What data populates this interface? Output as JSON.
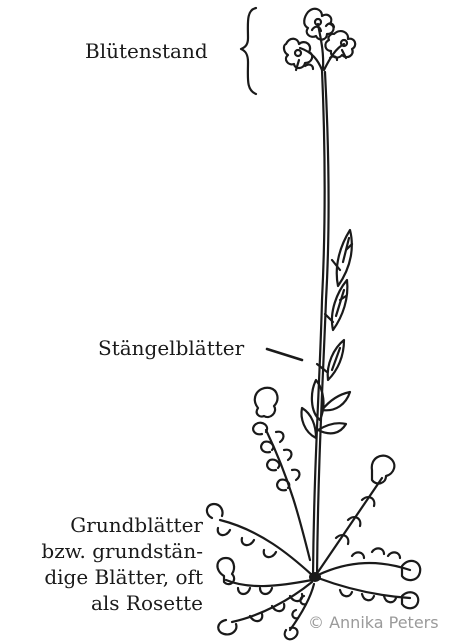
{
  "labels": {
    "inflorescence": "Blütenstand",
    "stem_leaves": "Stängelblätter",
    "basal_leaves": [
      "Grundblätter",
      "bzw. grundstän-",
      "dige Blätter, oft",
      "als Rosette"
    ]
  },
  "credit": "© Annika Peters",
  "colors": {
    "ink": "#1a1a1a",
    "credit": "#9a9a9a",
    "background": "#ffffff"
  }
}
